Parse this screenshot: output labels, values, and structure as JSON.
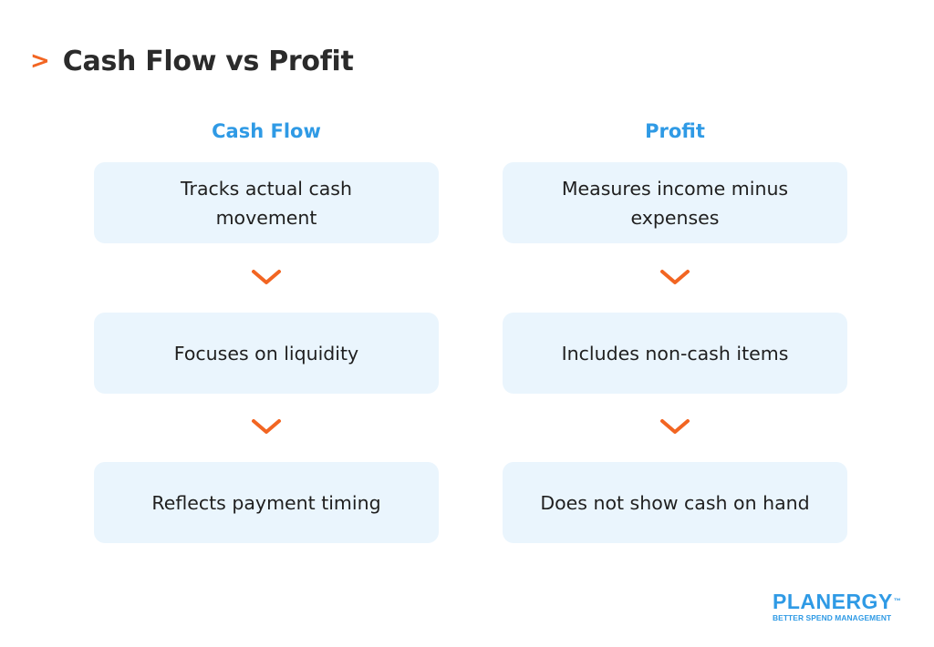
{
  "title": {
    "chevron": ">",
    "text": "Cash Flow vs Profit"
  },
  "columns": [
    {
      "header": "Cash Flow",
      "items": [
        "Tracks actual cash movement",
        "Focuses on liquidity",
        "Reflects payment timing"
      ]
    },
    {
      "header": "Profit",
      "items": [
        "Measures income minus expenses",
        "Includes non-cash items",
        "Does not show cash on hand"
      ]
    }
  ],
  "logo": {
    "name": "PLANERGY",
    "tm": "™",
    "tagline": "BETTER SPEND MANAGEMENT"
  },
  "colors": {
    "accent_orange": "#f26522",
    "header_blue": "#2f9ae5",
    "box_background": "#eaf5fd",
    "logo_blue": "#2f9ae5"
  },
  "icons": {
    "arrow": "chevron-down-icon",
    "title_marker": "chevron-right-icon"
  }
}
